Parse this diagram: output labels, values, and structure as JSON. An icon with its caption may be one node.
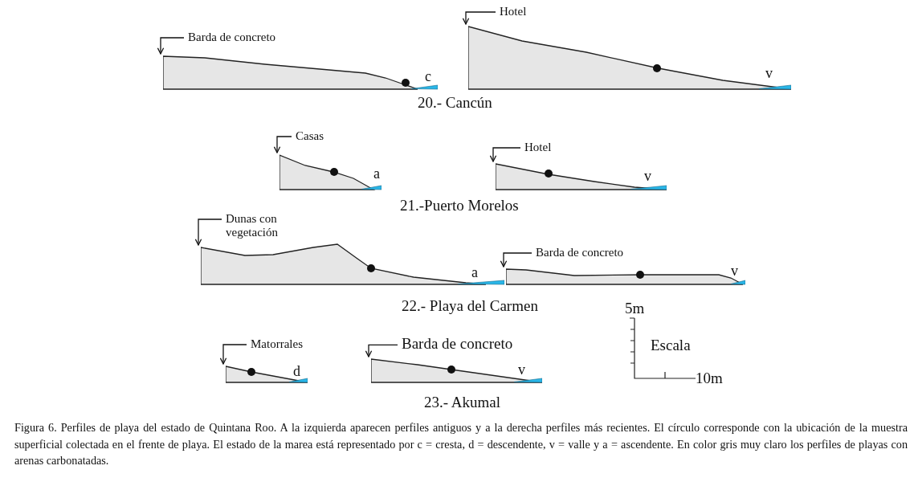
{
  "diagram": {
    "caption": "Figura 6. Perfiles de playa del estado de Quintana Roo. A la izquierda aparecen perfiles antiguos y a la derecha perfiles más recientes. El círculo corresponde con la ubicación de la muestra superficial colectada en el frente de playa. El estado de la marea está representado por c = cresta, d = descendente, v = valle y a = ascendente. En color gris muy claro los perfiles de playas con arenas carbonatadas.",
    "nodes": [
      {
        "text": [
          "Barda de concreto"
        ]
      },
      {
        "text": [],
        "shape": "polygon",
        "beside": [
          "c"
        ]
      },
      {
        "text": [
          "Hotel"
        ]
      },
      {
        "text": [],
        "shape": "polygon",
        "beside": [
          "v"
        ]
      },
      {
        "text": [
          "Casas"
        ]
      },
      {
        "text": [],
        "shape": "polygon",
        "beside": [
          "a"
        ]
      },
      {
        "text": [
          "Hotel"
        ]
      },
      {
        "text": [],
        "shape": "polygon",
        "beside": [
          "v"
        ]
      },
      {
        "text": [
          "Dunas con vegetación"
        ]
      },
      {
        "text": [],
        "shape": "polygon",
        "beside": [
          "a"
        ]
      },
      {
        "text": [
          "Barda de concreto"
        ]
      },
      {
        "text": [],
        "shape": "polygon",
        "beside": [
          "v"
        ]
      },
      {
        "text": [
          "Matorrales"
        ]
      },
      {
        "text": [],
        "shape": "polygon",
        "beside": [
          "d"
        ]
      },
      {
        "text": [
          "Barda de concreto"
        ]
      },
      {
        "text": [],
        "shape": "polygon",
        "beside": [
          "v"
        ]
      }
    ],
    "edges": [
      {
        "from": 0,
        "to": 1,
        "arrow": "to"
      },
      {
        "from": 2,
        "to": 3,
        "arrow": "to"
      },
      {
        "from": 4,
        "to": 5,
        "arrow": "to"
      },
      {
        "from": 6,
        "to": 7,
        "arrow": "to"
      },
      {
        "from": 8,
        "to": 9,
        "arrow": "to"
      },
      {
        "from": 10,
        "to": 11,
        "arrow": "to"
      },
      {
        "from": 12,
        "to": 13,
        "arrow": "to"
      },
      {
        "from": 14,
        "to": 15,
        "arrow": "to"
      }
    ],
    "labels": [
      "20.- Cancún",
      "21.-Puerto Morelos",
      "22.- Playa del Carmen",
      "5m",
      "Escala",
      "10m",
      "23.- Akumal"
    ]
  }
}
